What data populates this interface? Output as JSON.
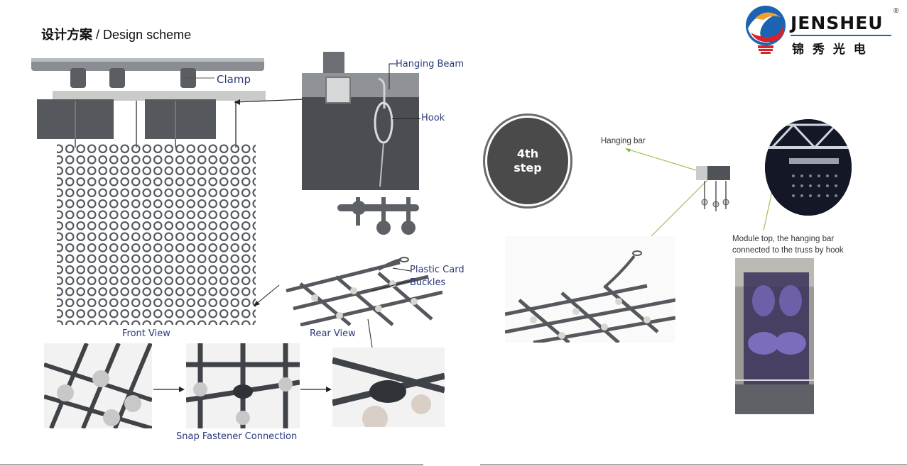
{
  "header": {
    "title_cn": "设计方案",
    "title_sep": "/",
    "title_en": "Design scheme"
  },
  "logo": {
    "brand_en": "JENSHEU",
    "brand_cn": "锦 秀 光 电",
    "registered": "®",
    "icon": "bulb-logo-icon"
  },
  "left_panel": {
    "clamp_label": "Clamp",
    "hanging_beam_label": "Hanging Beam",
    "hook_label": "Hook",
    "plastic_card_label_1": "Plastic Card",
    "plastic_card_label_2": "Buckles",
    "front_view_label": "Front View",
    "rear_view_label": "Rear View",
    "snap_label": "Snap Fastener Connection"
  },
  "right_panel": {
    "step_line1": "4th",
    "step_line2": "step",
    "hanging_bar_label": "Hanging bar",
    "module_top_line1": "Module top, the hanging bar",
    "module_top_line2": "connected to the truss by hook"
  },
  "colors": {
    "label_blue": "#2a3a7a",
    "metal_gray": "#6b6e73",
    "step_circle": "#4a4a4a",
    "arrow_green": "#8ab83a",
    "logo_red": "#d9232a",
    "logo_blue": "#1d63b3"
  }
}
